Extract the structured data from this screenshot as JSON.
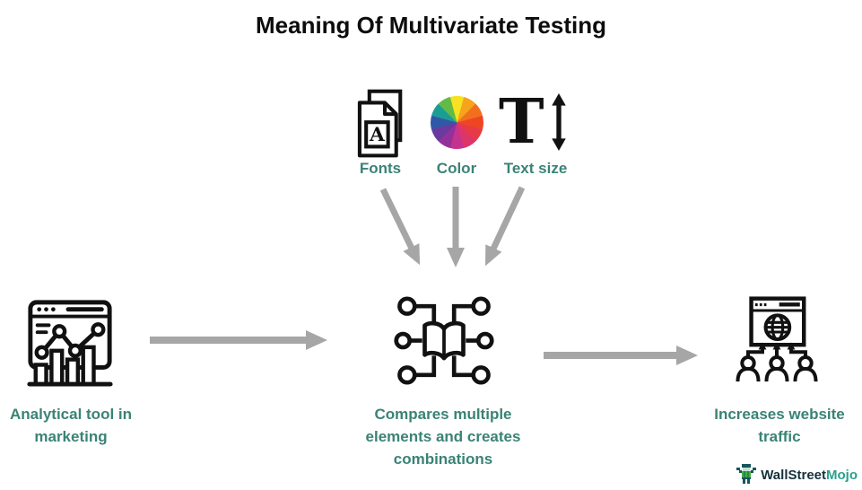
{
  "title": "Meaning Of Multivariate Testing",
  "factors": {
    "fonts": {
      "label": "Fonts",
      "icon": "fonts-document-stack-icon"
    },
    "color": {
      "label": "Color",
      "icon": "color-wheel-icon"
    },
    "text_size": {
      "label": "Text size",
      "icon": "text-height-icon"
    }
  },
  "nodes": {
    "left": {
      "label": "Analytical tool in marketing",
      "icon": "analytics-dashboard-icon"
    },
    "center": {
      "label": "Compares multiple elements and creates combinations",
      "icon": "book-network-icon"
    },
    "right": {
      "label": "Increases website traffic",
      "icon": "website-visitors-icon"
    }
  },
  "glyphs": {
    "fonts_a": "A",
    "text_t": "T"
  },
  "logo": {
    "part1": "WallStreet",
    "part2": "Mojo"
  },
  "colors": {
    "caption_teal": "#3a8376",
    "arrow_gray": "#a6a6a6",
    "icon_black": "#111111",
    "logo_navy": "#16313b",
    "logo_teal": "#29a08d"
  }
}
